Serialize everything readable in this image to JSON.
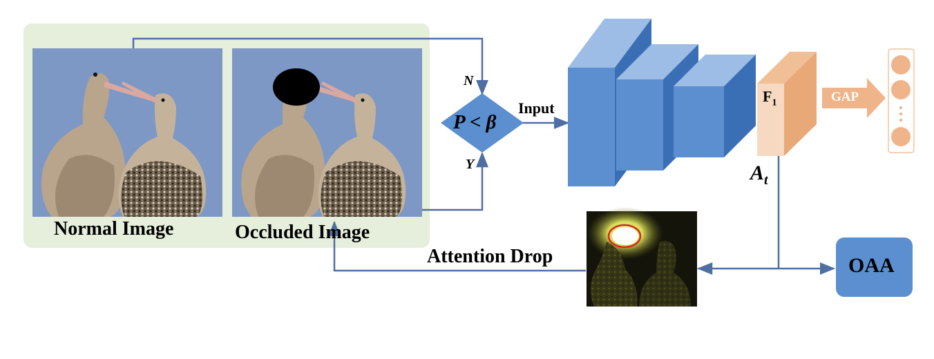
{
  "labels": {
    "normal_image": "Normal Image",
    "occluded_image": "Occluded Image",
    "decision_symbol": "P < β",
    "no_branch": "N",
    "yes_branch": "Y",
    "input": "Input",
    "feature_map": "F",
    "feature_map_subscript": "1",
    "attention_map": "A",
    "attention_map_subscript": "t",
    "gap": "GAP",
    "oaa": "OAA",
    "attention_drop": "Attention Drop"
  },
  "colors": {
    "panel_bg": "#e6efdc",
    "arrow": "#4f6fa3",
    "cnn_front": "#5b8fd0",
    "cnn_top": "#9dbde6",
    "cnn_side": "#3b6fb5",
    "decision": "#5b8fd0",
    "feature_front": "#f7d9c1",
    "feature_top": "#f0bf95",
    "feature_side": "#e9a878",
    "gap_arrow": "#f0b48a",
    "oaa_box": "#5b8fd0",
    "sky": "#7d98c4",
    "occlusion": "#000000"
  }
}
